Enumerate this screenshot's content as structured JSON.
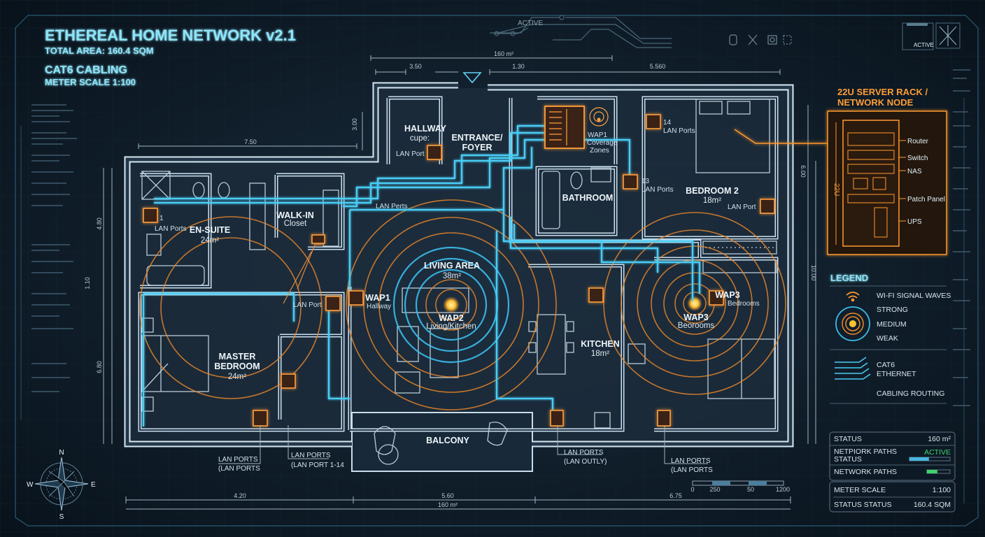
{
  "header": {
    "title": "ETHEREAL HOME NETWORK v2.1",
    "total_area": "TOTAL AREA: 160.4 SQM",
    "cabling": "CAT6 CABLING",
    "scale": "METER SCALE 1:100",
    "top_status": "ACTIVE",
    "corner_status": "ACTIVE"
  },
  "dimensions": {
    "top_total": "160 m²",
    "top_a": "3.50",
    "top_b": "1.30",
    "top_c": "5.560",
    "left_top": "7.50",
    "hall_v": "3.00",
    "right_v": "6.00",
    "left_v1": "4.80",
    "left_v2": "1.10",
    "left_v3": "6.80",
    "right_v2": "10.00",
    "bottom_a": "4.20",
    "bottom_b": "5.60",
    "bottom_c": "6.75",
    "bottom_total": "160 m²"
  },
  "rooms": {
    "hallway": {
      "name": "HALLWAY",
      "sub": "cupe:",
      "port": "LAN Port"
    },
    "entrance": {
      "line1": "ENTRANCE/",
      "line2": "FOYER"
    },
    "ensuite": {
      "name": "EN-SUITE",
      "area": "24m²",
      "port_num": "1",
      "port": "LAN Ports"
    },
    "walkin": {
      "name": "WALK-IN",
      "sub": "Closet"
    },
    "living": {
      "name": "LIVING AREA",
      "area": "38m²"
    },
    "master": {
      "line1": "MASTER",
      "line2": "BEDROOM",
      "area": "24m²"
    },
    "kitchen": {
      "name": "KITCHEN",
      "area": "18m²"
    },
    "bathroom": {
      "name": "BATHROOM"
    },
    "bedroom2": {
      "name": "BEDROOM 2",
      "area": "18m²",
      "port": "LAN Port"
    },
    "balcony": {
      "name": "BALCONY"
    }
  },
  "annotations": {
    "lan_perts": "LAN Perts",
    "lan_port_mid": "LAN Port",
    "wap1": "WAP1",
    "wap1_sub": "Hallway",
    "wap2": "WAP2",
    "wap2_sub": "Living/Kitchen",
    "wap1_cov": "WAP1",
    "wap1_cov_l2": "Coverage",
    "wap1_cov_l3": "Zones",
    "p14_num": "14",
    "p14_label": "LAN Ports",
    "p13_num": "13",
    "p13_label": "LAN Ports",
    "wap3a": "WAP3",
    "wap3a_sub": "Bedrooms",
    "wap3b": "WAP3",
    "wap3b_sub": "Beorooms",
    "bottom": [
      {
        "l1": "LAN PORTS",
        "l2": "(LAN PORTS"
      },
      {
        "l1": "LAN PORTS",
        "l2": "(LAN PORT 1-14"
      },
      {
        "l1": "LAN PORTS",
        "l2": "(LAN OUTLY)"
      },
      {
        "l1": "LAN PORTS",
        "l2": "(LAN PORTS"
      }
    ]
  },
  "rack": {
    "title1": "22U SERVER RACK /",
    "title2": "NETWORK NODE",
    "height_label": "22U",
    "items": [
      "Router",
      "Switch",
      "NAS",
      "Patch Panel",
      "UPS"
    ]
  },
  "legend": {
    "title": "LEGEND",
    "wifi": "WI-FI SIGNAL WAVES",
    "strong": "STRONG",
    "medium": "MEDIUM",
    "weak": "WEAK",
    "cat6": "CAT6",
    "ethernet": "ETHERNET",
    "routing": "CABLING ROUTING"
  },
  "status": {
    "rows": [
      {
        "label": "STATUS",
        "value": "160 m²"
      },
      {
        "label": "NETPIORK PATHS",
        "label2": "STATUS",
        "value": "ACTIVE",
        "progress": 0.48
      },
      {
        "label": "NETWORK PATHS",
        "progress": 0.45
      }
    ],
    "scale_label": "METER SCALE",
    "scale_value": "1:100",
    "area_label": "STATUS STATUS",
    "area_value": "160.4 SQM"
  },
  "scalebar": {
    "ticks": [
      "0",
      "250",
      "50",
      "1200"
    ]
  },
  "compass": {
    "n": "N",
    "s": "S",
    "e": "E",
    "w": "W"
  },
  "colors": {
    "cyan": "#49cdf5",
    "orange": "#ff9a2e",
    "green": "#3fd26a",
    "bg": "#0b1824"
  }
}
